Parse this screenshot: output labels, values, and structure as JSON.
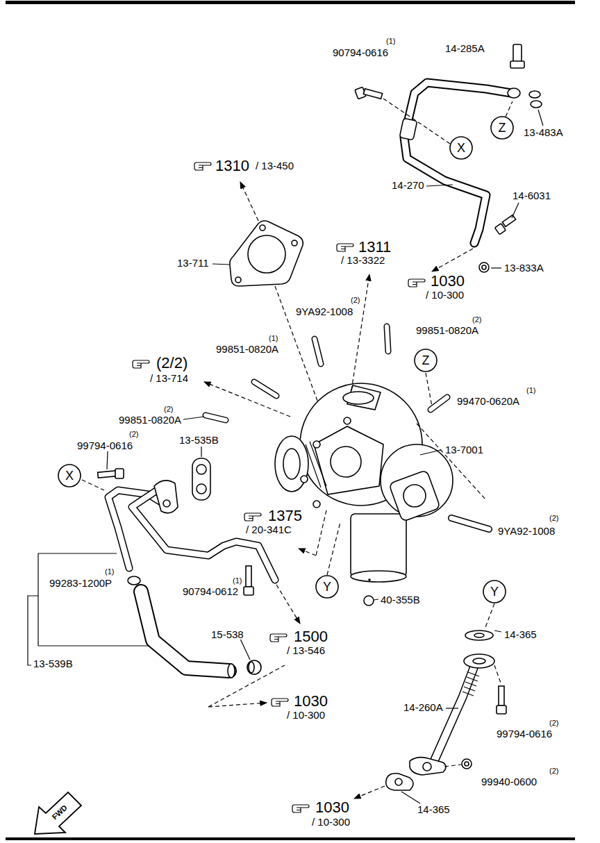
{
  "diagram": {
    "nodes": [
      {
        "text": [
          "Z"
        ]
      },
      {
        "text": [
          "X"
        ]
      },
      {
        "text": [
          "Z"
        ]
      },
      {
        "text": [
          "X"
        ]
      },
      {
        "text": [
          "Y"
        ]
      },
      {
        "text": [
          "Y"
        ]
      }
    ],
    "labels": [
      "(1)",
      "90794-0616",
      "14-285A",
      "13-483A",
      "14-270",
      "14-6031",
      "13-833A",
      "1030",
      "/ 10-300",
      "1310",
      "/ 13-450",
      "1311",
      "/ 13-3322",
      "13-711",
      "(2)",
      "9YA92-1008",
      "(2)",
      "99851-0820A",
      "(1)",
      "99851-0820A",
      "(2/2)",
      "/ 13-714",
      "(1)",
      "99470-0620A",
      "(2)",
      "99851-0820A",
      "(2)",
      "99794-0616",
      "13-535B",
      "13-7001",
      "1375",
      "/ 20-341C",
      "(2)",
      "9YA92-1008",
      "(1)",
      "99283-1200P",
      "(1)",
      "90794-0612",
      "40-355B",
      "15-538",
      "1500",
      "/ 13-546",
      "14-365",
      "13-539B",
      "1030",
      "/ 10-300",
      "14-260A",
      "(2)",
      "99794-0616",
      "(2)",
      "99940-0600",
      "1030",
      "/ 10-300",
      "14-365",
      "FWD"
    ]
  }
}
